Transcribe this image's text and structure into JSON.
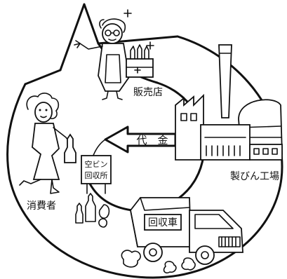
{
  "labels": {
    "retailer": "販売店",
    "factory": "製びん工場",
    "truck": "回収車",
    "consumer": "消費者",
    "depot_line1": "空ビン",
    "depot_line2": "回収所",
    "payment": "代　金"
  },
  "colors": {
    "ink": "#111111",
    "paper": "#ffffff"
  }
}
